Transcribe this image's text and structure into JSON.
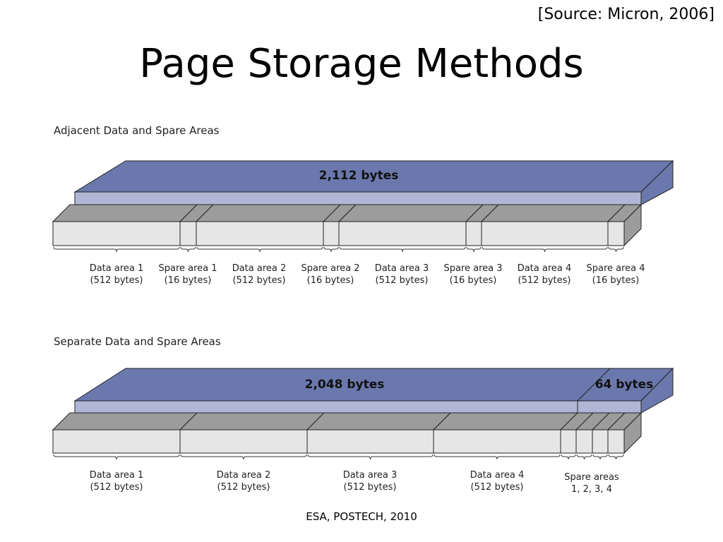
{
  "source": "[Source: Micron, 2006]",
  "title": "Page Storage Methods",
  "footer": "ESA, POSTECH, 2010",
  "adjacent": {
    "heading": "Adjacent Data and Spare Areas",
    "total_label": "2,112 bytes",
    "segments": [
      {
        "name": "Data area 1",
        "size": "(512 bytes)"
      },
      {
        "name": "Spare area 1",
        "size": "(16 bytes)"
      },
      {
        "name": "Data area 2",
        "size": "(512 bytes)"
      },
      {
        "name": "Spare area 2",
        "size": "(16 bytes)"
      },
      {
        "name": "Data area 3",
        "size": "(512 bytes)"
      },
      {
        "name": "Spare area 3",
        "size": "(16 bytes)"
      },
      {
        "name": "Data area 4",
        "size": "(512 bytes)"
      },
      {
        "name": "Spare area 4",
        "size": "(16 bytes)"
      }
    ]
  },
  "separate": {
    "heading": "Separate Data and Spare Areas",
    "data_total_label": "2,048 bytes",
    "spare_total_label": "64 bytes",
    "segments": [
      {
        "name": "Data area 1",
        "size": "(512 bytes)"
      },
      {
        "name": "Data area 2",
        "size": "(512 bytes)"
      },
      {
        "name": "Data area 3",
        "size": "(512 bytes)"
      },
      {
        "name": "Data area 4",
        "size": "(512 bytes)"
      }
    ],
    "spare_label_line1": "Spare areas",
    "spare_label_line2": "1, 2, 3, 4"
  },
  "colors": {
    "top_face": "#6b78ad",
    "front_strip": "#b0b6d6",
    "side_face": "#6b78ad",
    "cell_top": "#9c9c9c",
    "cell_front": "#e6e6e6",
    "outline": "#222222"
  }
}
